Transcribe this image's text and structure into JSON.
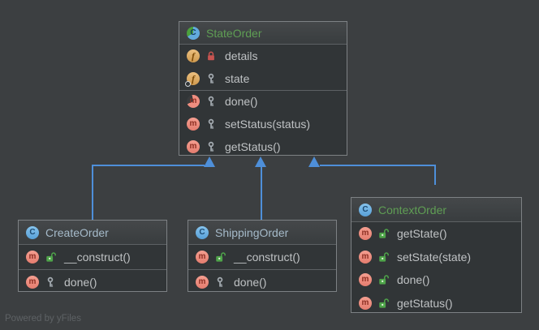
{
  "diagram": {
    "tool_credit": "Powered by yFiles",
    "colors": {
      "canvas_bg": "#3c3f41",
      "node_bg": "#313537",
      "node_border": "#7d8184",
      "edge_blue": "#4e8fd9",
      "title_green": "#5f9e54",
      "title_blue": "#a5bac9",
      "member_text": "#bfc2c4",
      "private_lock_red": "#c75450",
      "public_lock_green": "#4fa54a",
      "protected_key_grey": "#a6adb3",
      "field_badge_orange": "#d9a55f",
      "method_badge_salmon": "#ed8a7c",
      "class_badge_blue": "#6fb1e2"
    }
  },
  "icons": {
    "class_letter": "C",
    "field_letter": "f",
    "method_letter": "m"
  },
  "classes": [
    {
      "name": "StateOrder",
      "kind": "abstract-class",
      "sections": [
        {
          "rows": [
            {
              "member": "field",
              "visibility": "private",
              "text": "details"
            },
            {
              "member": "field",
              "visibility": "protected",
              "text": "state",
              "decor": "dot"
            }
          ]
        },
        {
          "rows": [
            {
              "member": "method",
              "visibility": "protected",
              "text": "done()",
              "decor": "abstract"
            },
            {
              "member": "method",
              "visibility": "protected",
              "text": "setStatus(status)"
            },
            {
              "member": "method",
              "visibility": "protected",
              "text": "getStatus()"
            }
          ]
        }
      ]
    },
    {
      "name": "CreateOrder",
      "kind": "class",
      "sections": [
        {
          "rows": [
            {
              "member": "method",
              "visibility": "public",
              "text": "__construct()"
            }
          ]
        },
        {
          "rows": [
            {
              "member": "method",
              "visibility": "protected",
              "text": "done()"
            }
          ]
        }
      ]
    },
    {
      "name": "ShippingOrder",
      "kind": "class",
      "sections": [
        {
          "rows": [
            {
              "member": "method",
              "visibility": "public",
              "text": "__construct()"
            }
          ]
        },
        {
          "rows": [
            {
              "member": "method",
              "visibility": "protected",
              "text": "done()"
            }
          ]
        }
      ]
    },
    {
      "name": "ContextOrder",
      "kind": "class",
      "sections": [
        {
          "rows": [
            {
              "member": "method",
              "visibility": "public",
              "text": "getState()"
            },
            {
              "member": "method",
              "visibility": "public",
              "text": "setState(state)"
            },
            {
              "member": "method",
              "visibility": "public",
              "text": "done()"
            },
            {
              "member": "method",
              "visibility": "public",
              "text": "getStatus()"
            }
          ]
        }
      ]
    }
  ],
  "edges": [
    {
      "from": "CreateOrder",
      "to": "StateOrder",
      "type": "extends"
    },
    {
      "from": "ShippingOrder",
      "to": "StateOrder",
      "type": "extends"
    },
    {
      "from": "ContextOrder",
      "to": "StateOrder",
      "type": "extends"
    }
  ]
}
